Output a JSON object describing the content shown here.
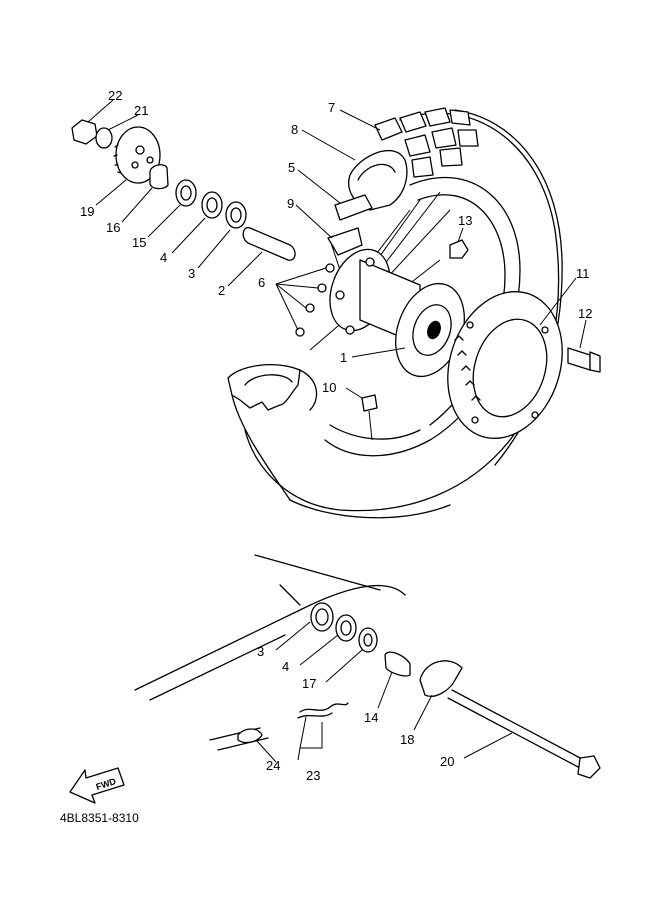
{
  "diagram": {
    "drawing_code": "4BL8351-8310",
    "fwd_label": "FWD",
    "callouts": [
      "1",
      "2",
      "3",
      "4",
      "5",
      "6",
      "7",
      "8",
      "9",
      "10",
      "11",
      "12",
      "13",
      "14",
      "15",
      "16",
      "17",
      "18",
      "19",
      "20",
      "21",
      "22",
      "23",
      "24"
    ],
    "lower_callouts": [
      "3",
      "4",
      "17",
      "14",
      "18",
      "20",
      "24",
      "23"
    ]
  }
}
